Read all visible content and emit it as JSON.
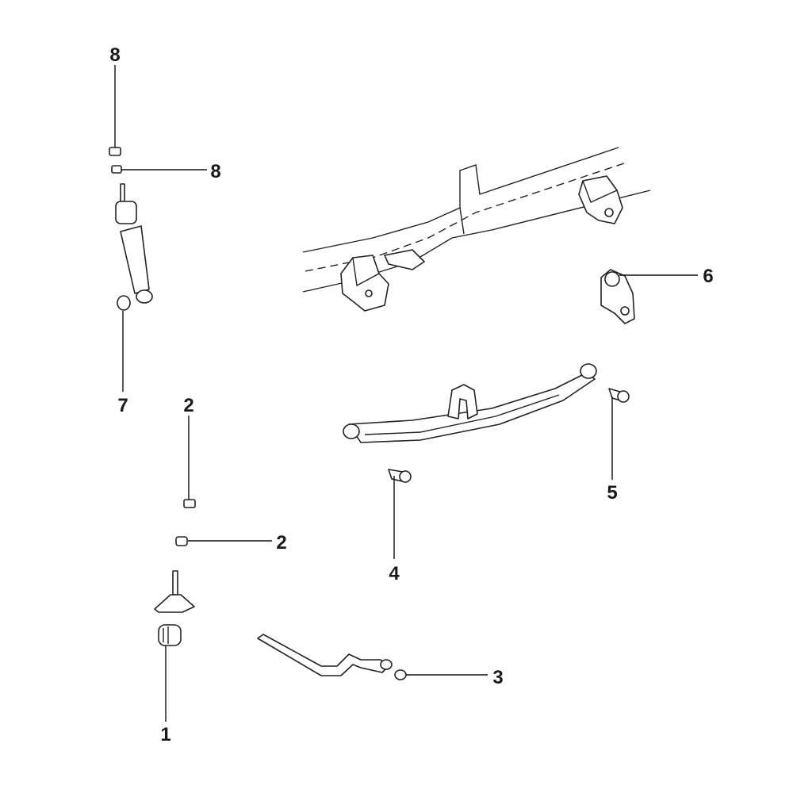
{
  "diagram": {
    "type": "exploded parts diagram - leaf spring rear suspension",
    "callouts": [
      {
        "id": "c8a",
        "text": "8"
      },
      {
        "id": "c8b",
        "text": "8"
      },
      {
        "id": "c7",
        "text": "7"
      },
      {
        "id": "c2a",
        "text": "2"
      },
      {
        "id": "c2b",
        "text": "2"
      },
      {
        "id": "c1",
        "text": "1"
      },
      {
        "id": "c3",
        "text": "3"
      },
      {
        "id": "c4",
        "text": "4"
      },
      {
        "id": "c5",
        "text": "5"
      },
      {
        "id": "c6",
        "text": "6"
      }
    ]
  }
}
